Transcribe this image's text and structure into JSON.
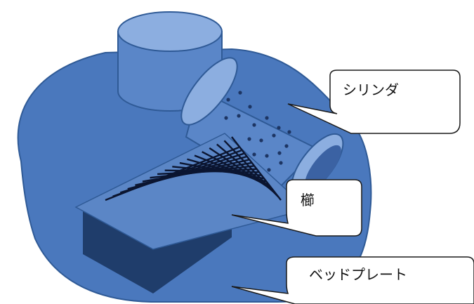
{
  "colors": {
    "bed_fill": "#4a78bd",
    "bed_stroke": "#2f5a96",
    "cylinder_light": "#8caee0",
    "cylinder_mid": "#5a86c8",
    "cylinder_dark": "#3b62a3",
    "comb_top": "#5b86c6",
    "comb_side": "#1f3d6b",
    "comb_lines": "#0b1530",
    "dots": "#1d3563",
    "callout_stroke": "#1a1a1a"
  },
  "labels": {
    "cylinder": "シリンダ",
    "comb": "櫛",
    "bed_plate": "ベッドプレート"
  }
}
